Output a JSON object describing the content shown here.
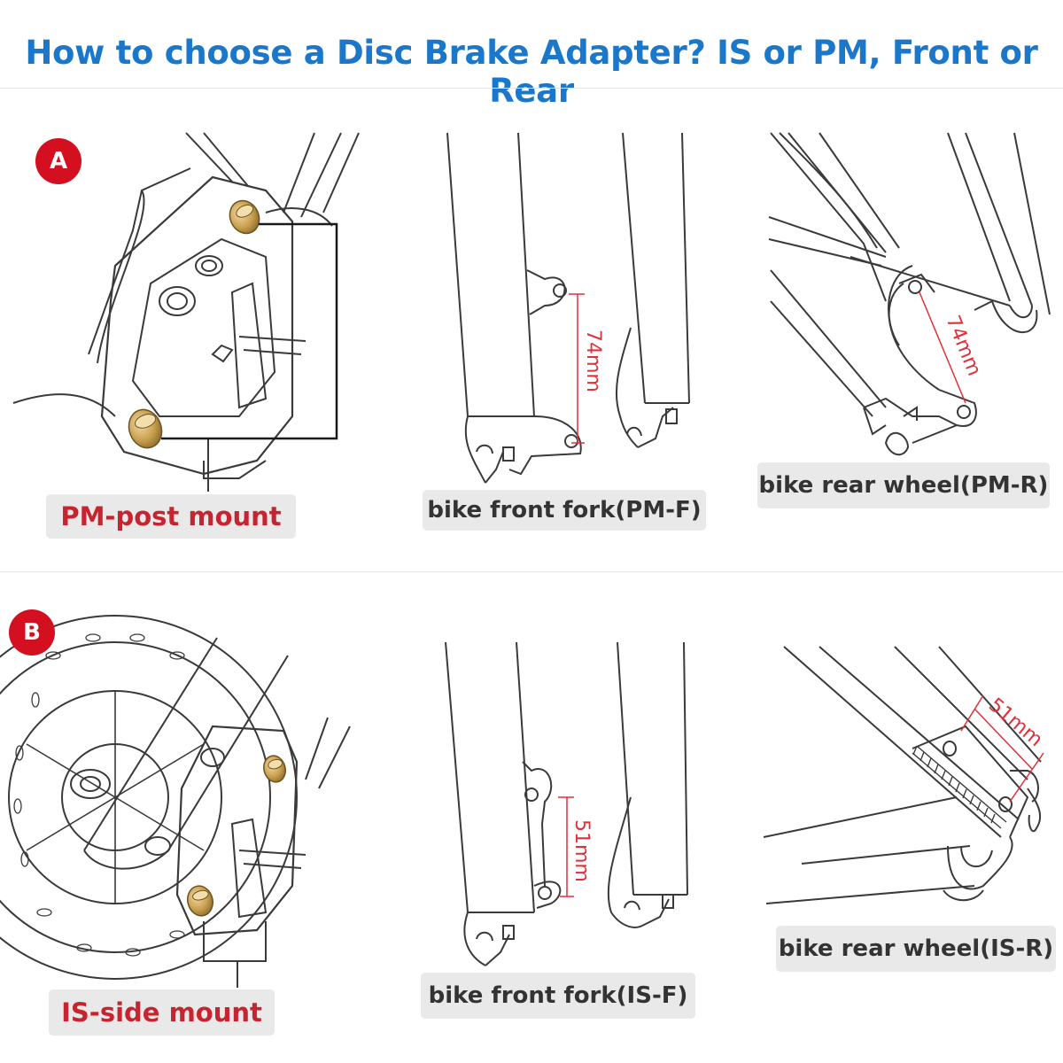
{
  "title": "How to choose a Disc Brake Adapter? IS or PM, Front or Rear",
  "colors": {
    "title": "#1a77c9",
    "badge": "#d40f1f",
    "mount_label": "#c8242f",
    "caption": "#333333",
    "dimension": "#e0303a",
    "bolt": "#c9a050"
  },
  "sections": [
    {
      "badge": "A",
      "mount_label": "PM-post mount",
      "front_caption": "bike front fork(PM-F)",
      "front_dimension": "74mm",
      "rear_caption": "bike rear wheel(PM-R)",
      "rear_dimension": "74mm"
    },
    {
      "badge": "B",
      "mount_label": "IS-side mount",
      "front_caption": "bike front fork(IS-F)",
      "front_dimension": "51mm",
      "rear_caption": "bike rear wheel(IS-R)",
      "rear_dimension": "51mm"
    }
  ]
}
